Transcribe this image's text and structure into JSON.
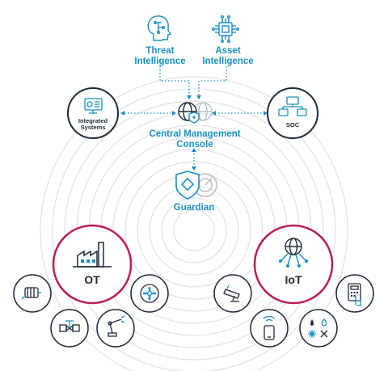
{
  "labels": {
    "threat_intelligence": "Threat\nIntelligence",
    "asset_intelligence": "Asset\nIntelligence",
    "integrated_systems": "Integrated\nSystems",
    "soc": "SOC",
    "central_management_console": "Central Management\nConsole",
    "guardian": "Guardian",
    "ot": "OT",
    "iot": "IoT"
  },
  "colors": {
    "accent_blue": "#1a8fc4",
    "dark_navy": "#1e2a38",
    "ot_iot_ring": "#b8204c",
    "circle_outline": "#1e2a38",
    "ripple": "#dfe4e8"
  },
  "icons": {
    "threat_intelligence": "brain-circuit-icon",
    "asset_intelligence": "chip-icon",
    "integrated_systems": "monitor-dashboard-icon",
    "soc": "network-monitors-icon",
    "central_management_console": "globe-shield-icon",
    "guardian": "shield-radar-icon",
    "ot": "factory-icon",
    "iot": "globe-network-icon",
    "ot_devices": [
      "motor-icon",
      "valve-icon",
      "robot-arm-icon",
      "fan-icon"
    ],
    "iot_devices": [
      "security-camera-icon",
      "smartphone-wifi-icon",
      "hvac-icon",
      "keypad-icon"
    ]
  }
}
